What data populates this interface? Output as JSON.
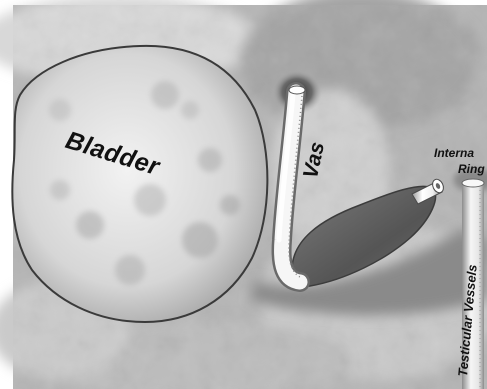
{
  "labels": {
    "bladder": "Bladder",
    "vas": "Vas",
    "internal_ring_line1": "Interna",
    "internal_ring_line2": "Ring",
    "testicular_vessels": "Testicular Vessels"
  },
  "colors": {
    "background": "#b6b6b6",
    "bladder_fill": "#dcdcdc",
    "bladder_edge": "#3a3a3a",
    "vas_tube": "#f4f4f4",
    "vessel_tube": "#ececec",
    "dark_tissue": "#5a5a5a",
    "label_text": "#111111"
  }
}
